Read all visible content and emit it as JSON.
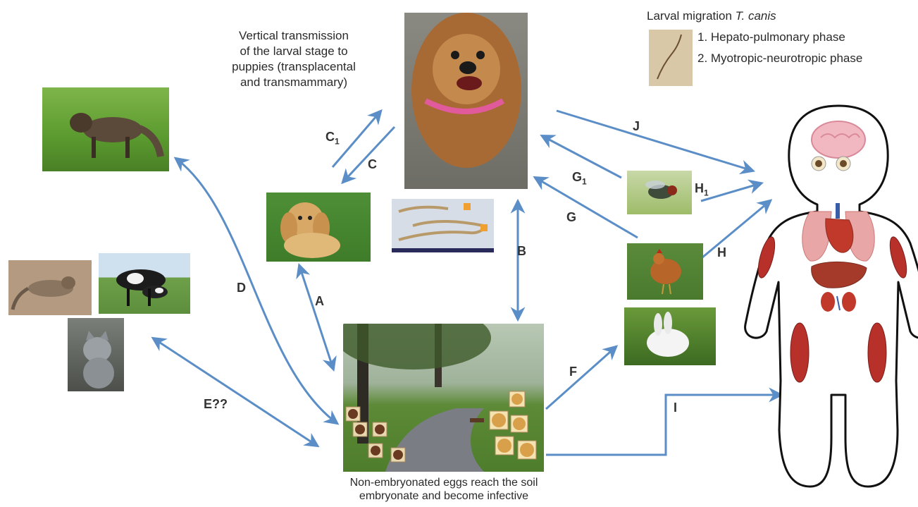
{
  "legend": {
    "title_prefix": "Larval migration ",
    "title_species": "T. canis",
    "phase1": "1. Hepato-pulmonary phase",
    "phase2": "2. Myotropic-neurotropic phase"
  },
  "vertical_text": {
    "line1": "Vertical transmission",
    "line2": "of the larval stage to",
    "line3": "puppies (transplacental",
    "line4": "and transmammary)"
  },
  "caption": {
    "line1": "Non-embryonated eggs reach the soil",
    "line2": "embryonate and become infective"
  },
  "arrow_labels": {
    "a": "A",
    "b": "B",
    "c": "C",
    "c1": "C",
    "c1_sub": "1",
    "d": "D",
    "e": "E??",
    "f": "F",
    "g": "G",
    "g1": "G",
    "g1_sub": "1",
    "h": "H",
    "h1": "H",
    "h1_sub": "1",
    "i": "I",
    "j": "J"
  },
  "colors": {
    "arrow": "#5b8ec7"
  }
}
